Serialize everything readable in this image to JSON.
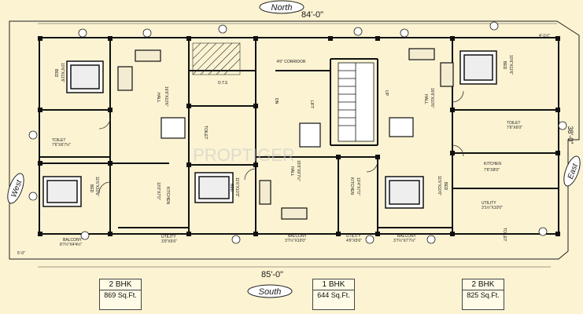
{
  "compass": {
    "north": "North",
    "south": "South",
    "east": "East",
    "west": "West"
  },
  "overall_dims": {
    "top": "84'-0\"",
    "bottom": "85'-0\"",
    "right": "38'-0\""
  },
  "watermark": "PROPTIGER",
  "corridor_label": "4'6\" CORRIDOR",
  "lift_label": "LIFT",
  "ots_label": "O.T.S",
  "units": [
    {
      "bhk": "2 BHK",
      "area": "869 Sq.Ft."
    },
    {
      "bhk": "1 BHK",
      "area": "644 Sq.Ft."
    },
    {
      "bhk": "2 BHK",
      "area": "825 Sq.Ft."
    }
  ],
  "rooms": {
    "left_bed_top": "BED",
    "left_bed_top_dim": "10'6\"X11'6\"",
    "left_toilet": "TOILET",
    "left_toilet_dim": "7'6\"X6'7½\"",
    "left_hall": "HALL",
    "left_hall_dim": "16'6\"X10'6\"",
    "left_bed_bottom": "BED",
    "left_bed_bottom_dim": "11'6\"X10'6\"",
    "left_kitchen": "KITCHEN",
    "left_kitchen_dim": "10'0\"X7'0\"",
    "left_balcony": "BALCONY",
    "left_balcony_dim": "8'7½\"X4'4½\"",
    "left_utility": "UTILITY",
    "left_utility_dim": "3'0\"X5'6\"",
    "mid_bed": "BED",
    "mid_bed_dim": "11'6\"X10'3\"",
    "mid_hall": "HALL",
    "mid_hall_dim": "15'6\"X9'7½\"",
    "mid_kitchen": "KITCHEN",
    "mid_kitchen_dim": "10'4\"X7'0\"",
    "mid_balcony": "BALCONY",
    "mid_balcony_dim": "3'7½\"X10'0\"",
    "mid_utility": "UTILITY",
    "mid_utility_dim": "4'6\"X5'6\"",
    "mid_toilet": "TOILET",
    "right_hall": "HALL",
    "right_hall_dim": "16'6\"X10'6\"",
    "right_bed_top": "BED",
    "right_bed_top_dim": "10'6\"X11'6\"",
    "right_bed_bottom": "BED",
    "right_bed_bottom_dim": "11'6\"X10'0\"",
    "right_toilet": "TOILET",
    "right_toilet_dim": "7'6\"X6'0\"",
    "right_kitchen": "KITCHEN",
    "right_kitchen_dim": "7'6\"X8'0\"",
    "right_utility": "UTILITY",
    "right_utility_dim": "3'1½\"X10'0\"",
    "right_balcony": "BALCONY",
    "right_balcony_dim": "3'7½\"X7'7½\"",
    "right_toilet2": "TOILET",
    "dn_label": "DN",
    "up_label": "UP",
    "dim_5_0": "5'-0\"",
    "dim_4_1_2": "4'-1½\""
  }
}
